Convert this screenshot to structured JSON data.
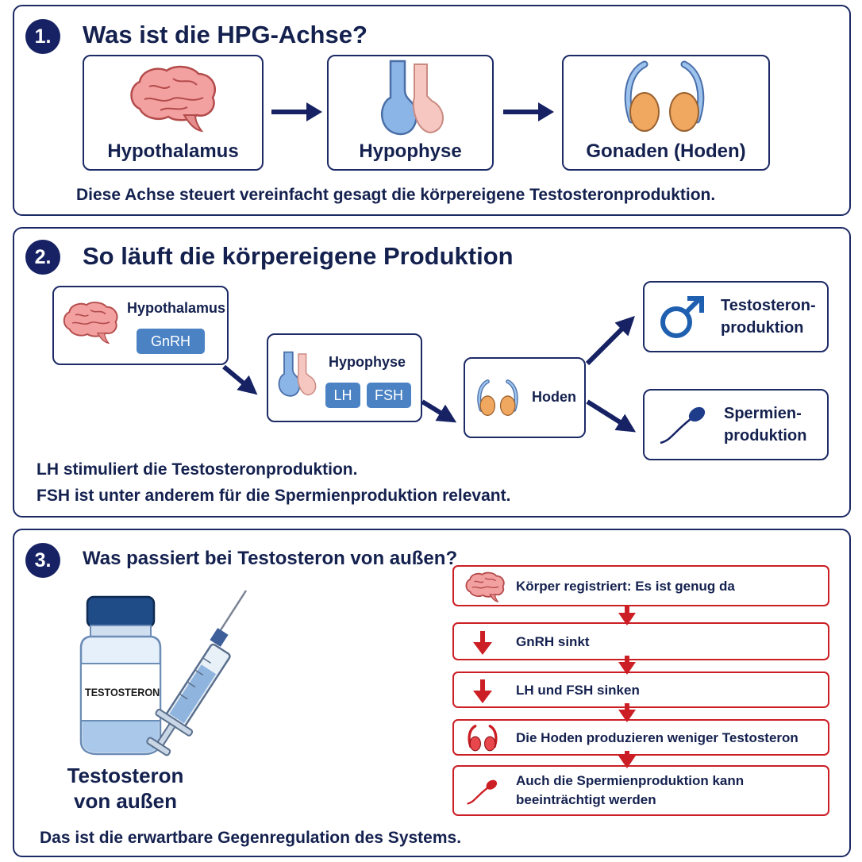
{
  "section1": {
    "number": "1.",
    "title": "Was ist die HPG-Achse?",
    "steps": [
      {
        "label": "Hypothalamus",
        "icon": "brain-icon"
      },
      {
        "label": "Hypophyse",
        "icon": "pituitary-icon"
      },
      {
        "label": "Gonaden (Hoden)",
        "icon": "testes-icon"
      }
    ],
    "caption": "Diese Achse steuert vereinfacht gesagt die körpereigene Testosteronproduktion."
  },
  "section2": {
    "number": "2.",
    "title": "So läuft die körpereigene Produktion",
    "hypothalamus": {
      "label": "Hypothalamus",
      "hormone": "GnRH"
    },
    "hypophyse": {
      "label": "Hypophyse",
      "hormones": [
        "LH",
        "FSH"
      ]
    },
    "hoden": {
      "label": "Hoden"
    },
    "outputs": [
      {
        "line1": "Testosteron-",
        "line2": "produktion",
        "icon": "male-symbol-icon"
      },
      {
        "line1": "Spermien-",
        "line2": "produktion",
        "icon": "sperm-icon"
      }
    ],
    "notes": [
      "LH stimuliert die Testosteronproduktion.",
      "FSH ist unter anderem für die Spermienproduktion relevant."
    ]
  },
  "section3": {
    "number": "3.",
    "title": "Was passiert bei Testosteron von außen?",
    "vial_label": "TESTOSTERON",
    "image_caption_line1": "Testosteron",
    "image_caption_line2": "von außen",
    "chain": [
      {
        "text": "Körper registriert: Es ist genug da",
        "icon": "brain-icon"
      },
      {
        "text": "GnRH sinkt",
        "icon": "down-arrow-icon"
      },
      {
        "text": "LH und FSH sinken",
        "icon": "down-arrow-icon"
      },
      {
        "text": "Die Hoden produzieren weniger Testosteron",
        "icon": "testes-icon"
      },
      {
        "text": "Auch die Spermienproduktion kann beeinträchtigt werden",
        "icon": "sperm-icon"
      }
    ],
    "footer": "Das ist die erwartbare Gegenregulation des Systems."
  },
  "colors": {
    "navy": "#162263",
    "blue": "#4a82c4",
    "red": "#cc1f25",
    "brain": "#f2a0a0",
    "testes": "#f0a860"
  }
}
